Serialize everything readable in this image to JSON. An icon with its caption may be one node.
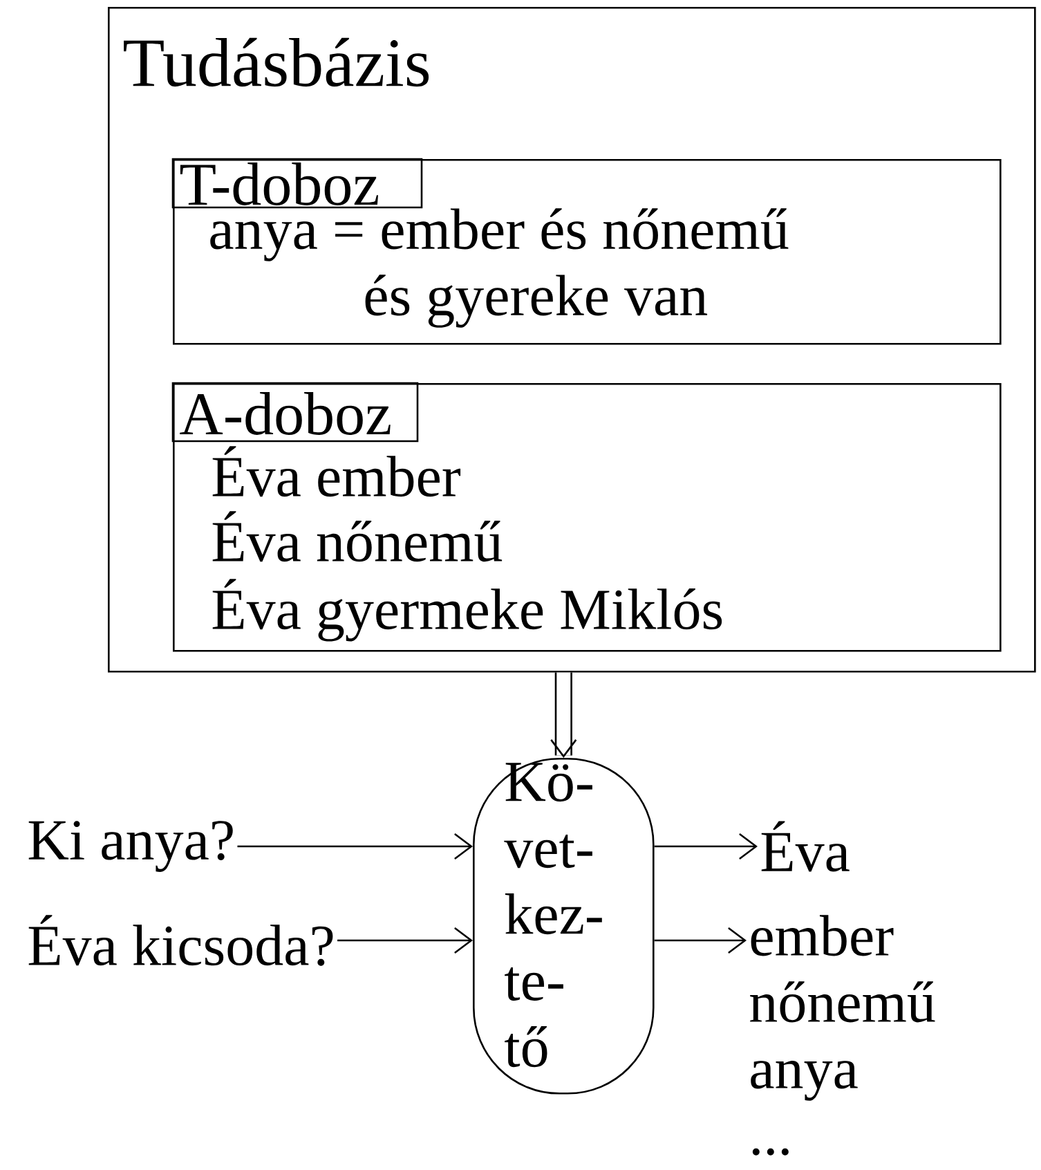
{
  "diagram": {
    "nodes": [
      {
        "text": [
          "Tudásbázis"
        ]
      },
      {
        "text": [
          "T-doboz",
          "anya = ember és nőnemű és gyereke van"
        ],
        "in": 0
      },
      {
        "text": [
          "A-doboz",
          "Éva ember",
          "Éva nőnemű",
          "Éva gyermeke Miklós"
        ],
        "in": 0
      },
      {
        "text": [
          "Kö- vet- kez- te- tő"
        ]
      },
      {
        "text": [
          "Ki anya?"
        ]
      },
      {
        "text": [
          "Éva kicsoda?"
        ]
      },
      {
        "text": [
          "Éva"
        ]
      },
      {
        "text": [
          "ember nőnemű anya ..."
        ]
      }
    ],
    "edges": [
      {
        "from": 0,
        "to": 3,
        "arrow": "to",
        "style": "thick"
      },
      {
        "from": 4,
        "to": 3,
        "arrow": "to"
      },
      {
        "from": 5,
        "to": 3,
        "arrow": "to"
      },
      {
        "from": 3,
        "to": 6,
        "arrow": "to"
      },
      {
        "from": 3,
        "to": 7,
        "arrow": "to"
      }
    ]
  }
}
